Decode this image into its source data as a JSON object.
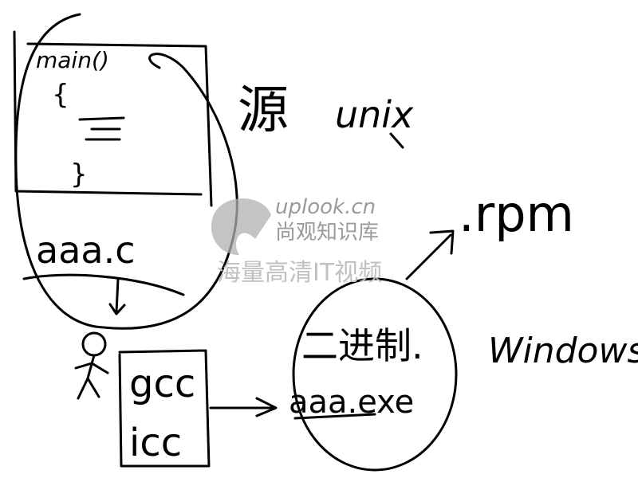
{
  "source_panel": {
    "main_label": "main()",
    "brace_open": "{",
    "brace_close": "}",
    "filename": "aaa.c"
  },
  "labels": {
    "source_char": "源",
    "unix": "unix",
    "rpm": ".rpm",
    "windows": "Windows",
    "binary": "二进制.",
    "exe_name": "aaa.exe"
  },
  "compilers": {
    "gcc": "gcc",
    "icc": "icc"
  },
  "watermark": {
    "site": "uplook.cn",
    "line1": "尚观知识库",
    "line2": "海量高清IT视频"
  },
  "colors": {
    "ink": "#000000",
    "watermark": "#9a9a9a"
  }
}
